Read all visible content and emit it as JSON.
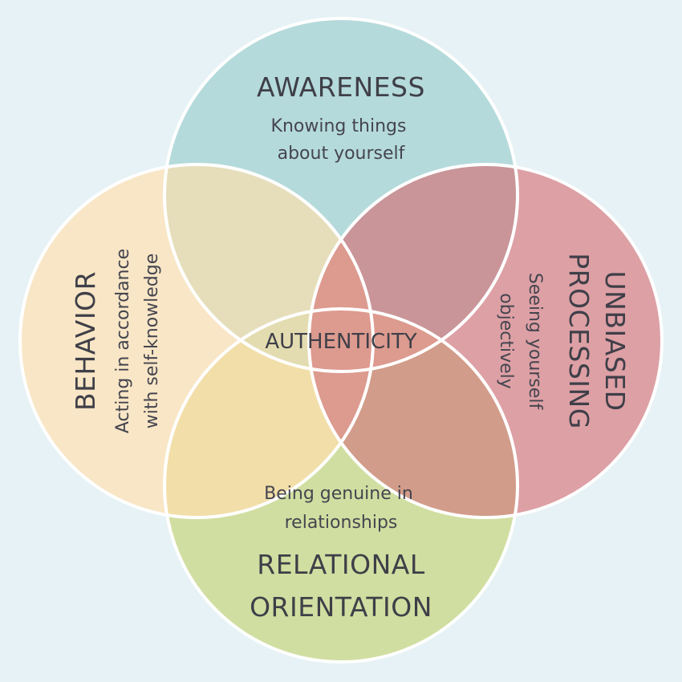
{
  "diagram": {
    "center_label": "AUTHENTICITY",
    "colors": {
      "background": "#e6f2f5",
      "awareness": "#b5dadb",
      "behavior": "#f8e6c6",
      "unbiased_processing": "#dda0a5",
      "relational_orientation": "#d1dea1",
      "outline": "#ffffff",
      "text": "#3f3f48"
    },
    "awareness": {
      "title": "AWARENESS",
      "desc_line1": "Knowing things",
      "desc_line2": "about yourself"
    },
    "behavior": {
      "title": "BEHAVIOR",
      "desc_line1": "Acting in accordance",
      "desc_line2": "with self-knowledge"
    },
    "unbiased_processing": {
      "title_line1": "UNBIASED",
      "title_line2": "PROCESSING",
      "desc_line1": "Seeing yourself",
      "desc_line2": "objectively"
    },
    "relational_orientation": {
      "title_line1": "RELATIONAL",
      "title_line2": "ORIENTATION",
      "desc_line1": "Being genuine in",
      "desc_line2": "relationships"
    }
  }
}
